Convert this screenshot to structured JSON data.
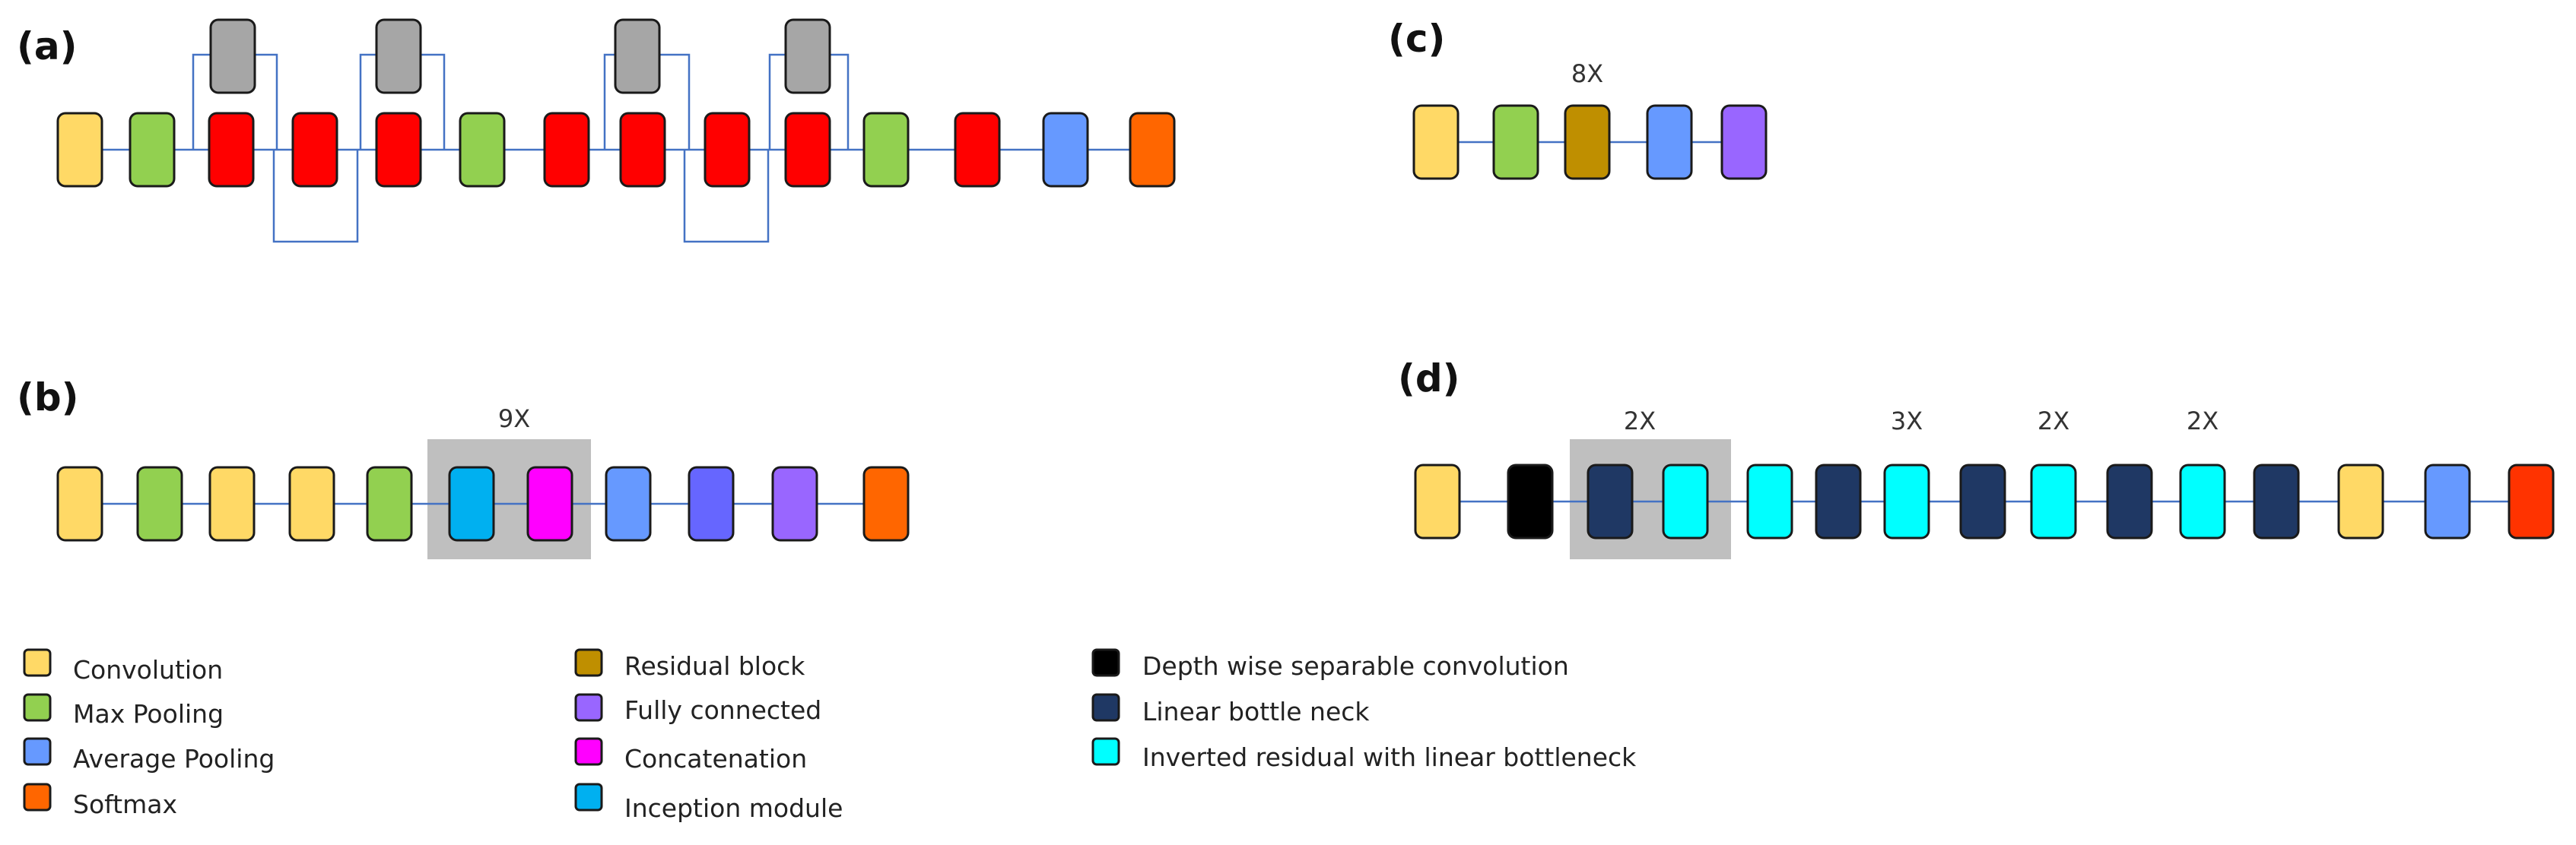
{
  "colors": {
    "convolution": "#FFD966",
    "max_pooling": "#92D050",
    "average_pooling": "#6699FF",
    "softmax": "#FF6600",
    "residual_block": "#BF8F00",
    "fully_connected": "#9966FF",
    "fully_connected_alt": "#6666FF",
    "concatenation": "#FF00FF",
    "inception_module": "#00B0F0",
    "depthwise_separable_convolution": "#000000",
    "linear_bottleneck": "#1F3864",
    "inverted_residual": "#00FFFF",
    "residual_red": "#FF0000",
    "residual_branch_gray": "#A6A6A6",
    "final_red": "#FF3300",
    "connector": "#4472C4",
    "repeat_box": "#BFBFBF"
  },
  "panels": {
    "a": {
      "label": "(a)",
      "sequence": [
        "convolution",
        "max_pooling",
        "residual_red",
        "residual_red",
        "residual_red",
        "max_pooling",
        "residual_red",
        "residual_red",
        "residual_red",
        "residual_red",
        "max_pooling",
        "residual_red",
        "average_pooling",
        "softmax"
      ],
      "branch_blocks": [
        "residual_branch_gray",
        "residual_branch_gray",
        "residual_branch_gray",
        "residual_branch_gray"
      ]
    },
    "b": {
      "label": "(b)",
      "repeat_label": "9X",
      "sequence": [
        "convolution",
        "max_pooling",
        "convolution",
        "convolution",
        "max_pooling",
        "inception_module",
        "concatenation",
        "average_pooling",
        "fully_connected_alt",
        "fully_connected",
        "softmax"
      ]
    },
    "c": {
      "label": "(c)",
      "repeat_label": "8X",
      "sequence": [
        "convolution",
        "max_pooling",
        "residual_block",
        "average_pooling",
        "fully_connected"
      ]
    },
    "d": {
      "label": "(d)",
      "repeat_labels": [
        "2X",
        "3X",
        "2X",
        "2X"
      ],
      "sequence": [
        "convolution",
        "depthwise_separable_convolution",
        "linear_bottleneck",
        "inverted_residual",
        "inverted_residual",
        "linear_bottleneck",
        "inverted_residual",
        "linear_bottleneck",
        "inverted_residual",
        "linear_bottleneck",
        "inverted_residual",
        "linear_bottleneck",
        "convolution",
        "average_pooling",
        "final_red"
      ]
    }
  },
  "legend": [
    {
      "key": "convolution",
      "label": "Convolution"
    },
    {
      "key": "max_pooling",
      "label": "Max Pooling"
    },
    {
      "key": "average_pooling",
      "label": "Average Pooling"
    },
    {
      "key": "softmax",
      "label": "Softmax"
    },
    {
      "key": "residual_block",
      "label": "Residual block"
    },
    {
      "key": "fully_connected",
      "label": "Fully connected"
    },
    {
      "key": "concatenation",
      "label": "Concatenation"
    },
    {
      "key": "inception_module",
      "label": "Inception module"
    },
    {
      "key": "depthwise_separable_convolution",
      "label": "Depth wise separable convolution"
    },
    {
      "key": "linear_bottleneck",
      "label": "Linear bottle neck"
    },
    {
      "key": "inverted_residual",
      "label": "Inverted residual with linear bottleneck"
    }
  ]
}
